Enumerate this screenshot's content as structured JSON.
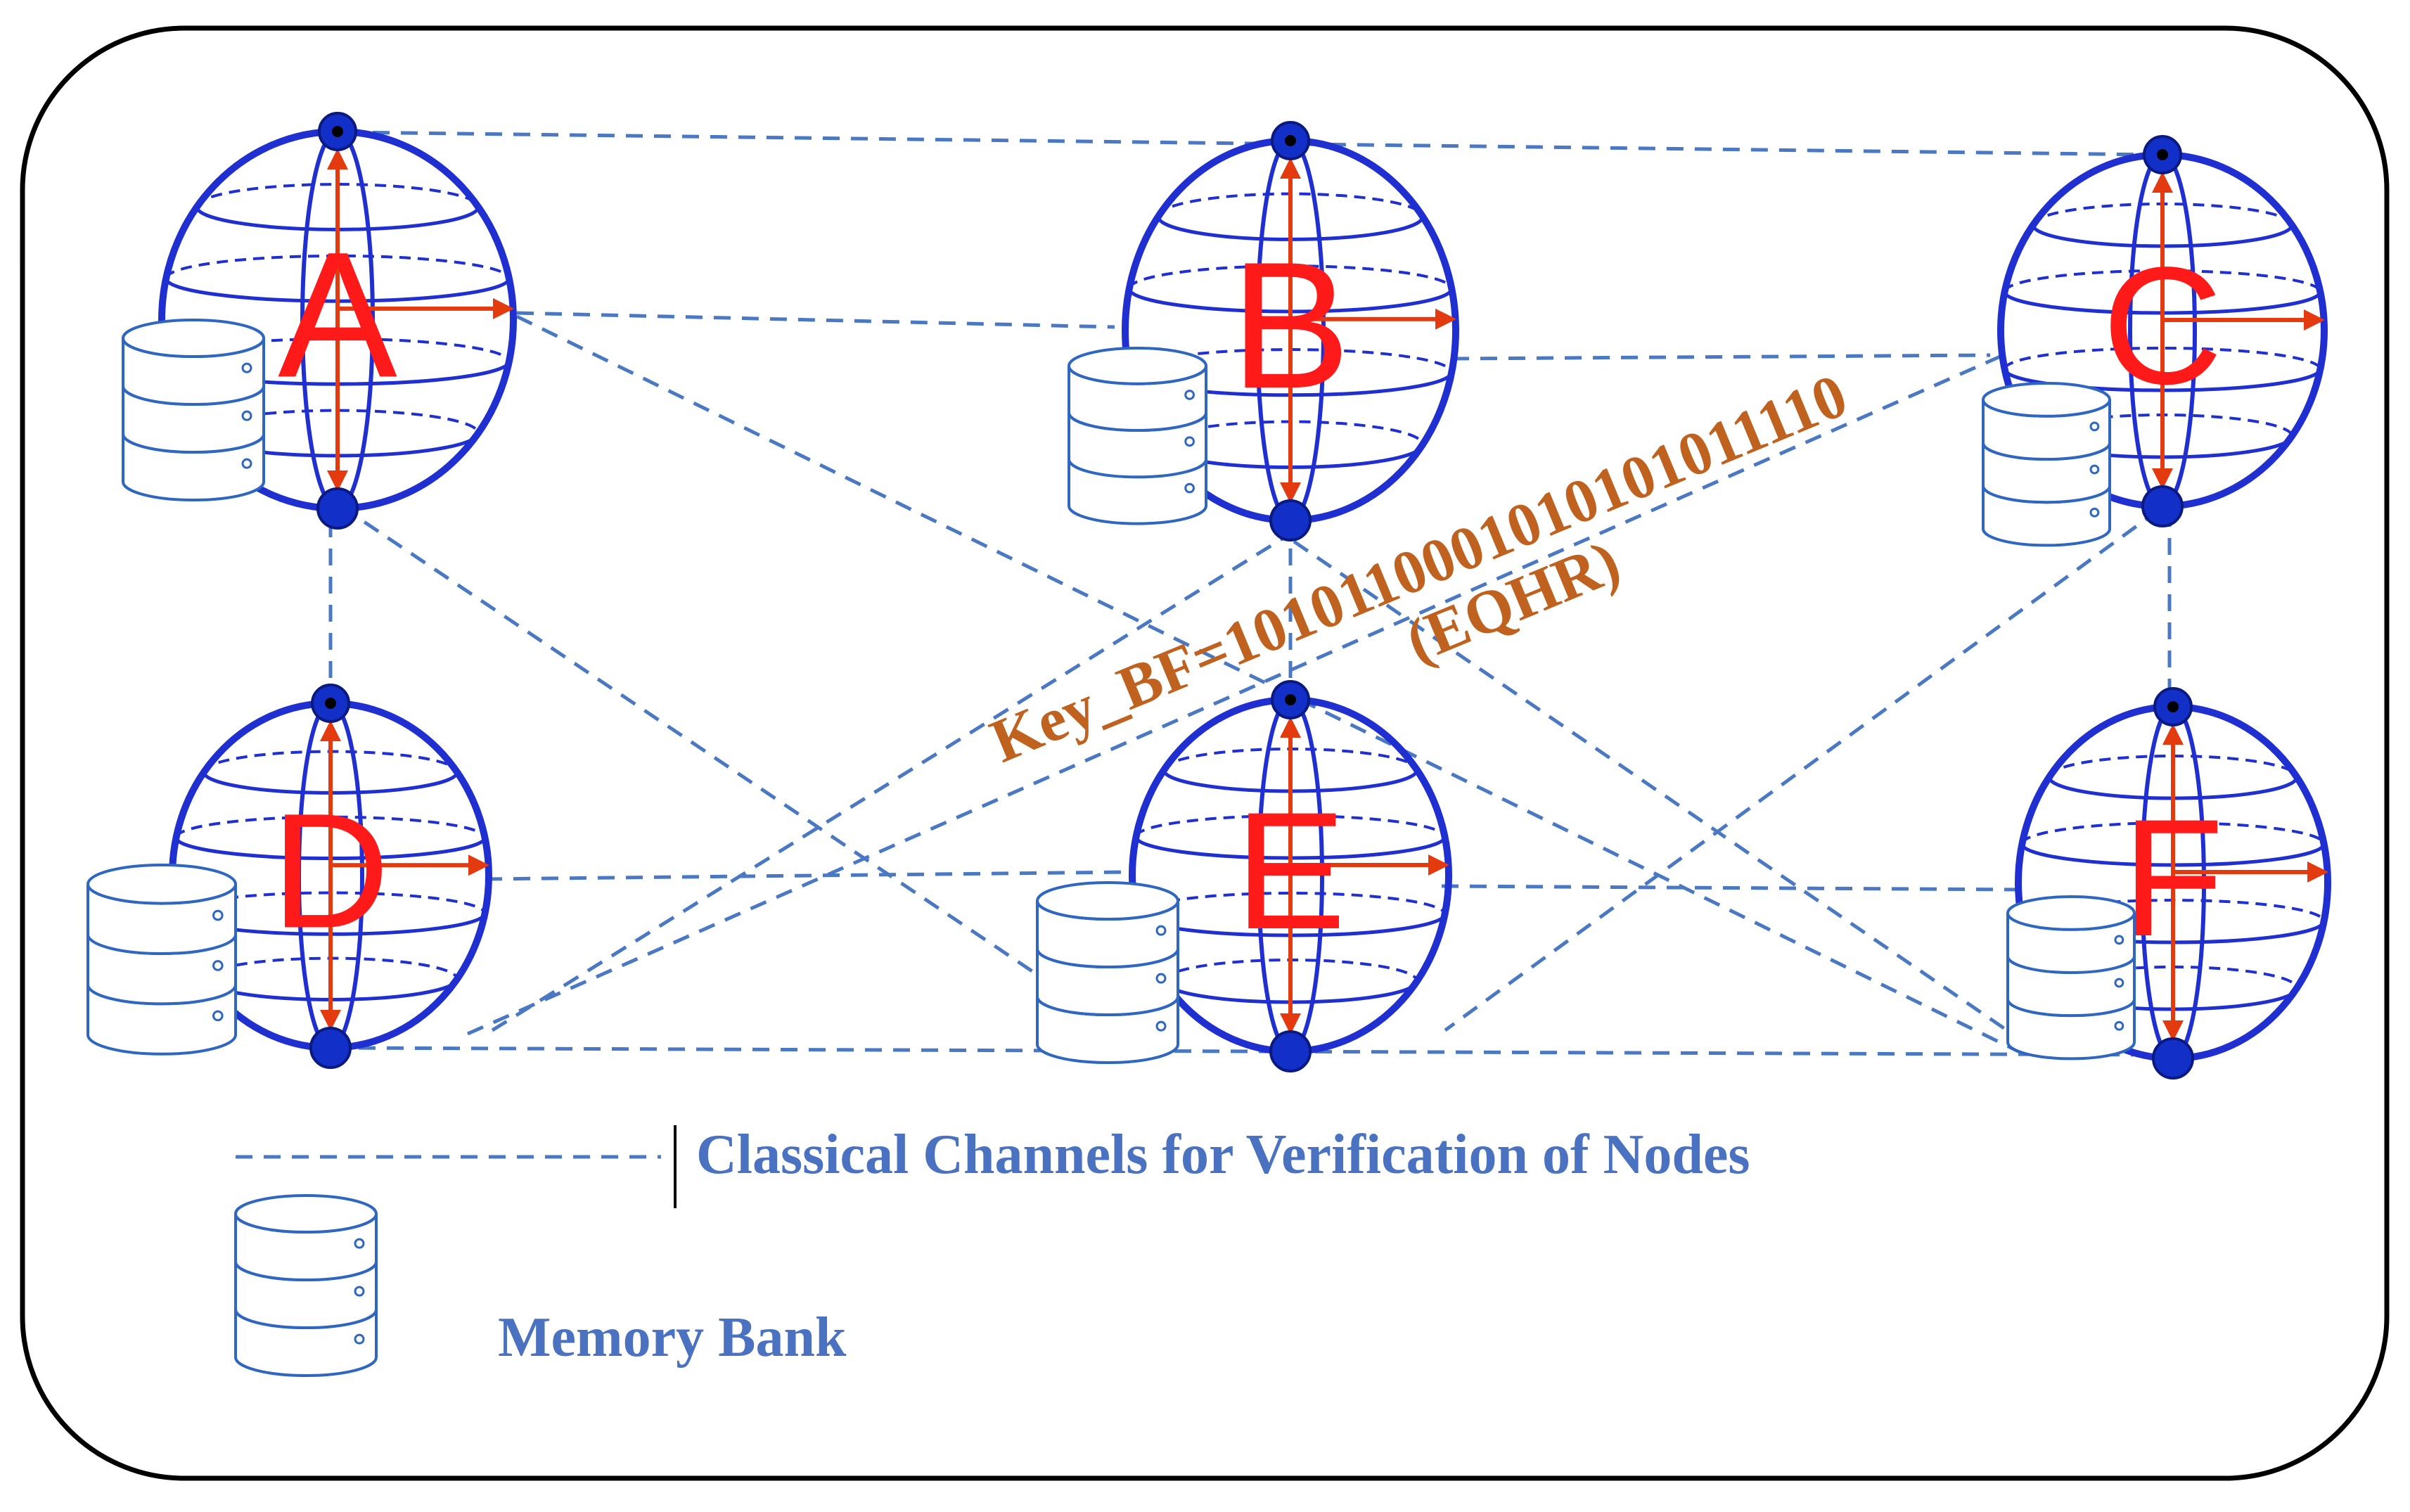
{
  "nodes": [
    {
      "id": "A",
      "label": "A"
    },
    {
      "id": "B",
      "label": "B"
    },
    {
      "id": "C",
      "label": "C"
    },
    {
      "id": "D",
      "label": "D"
    },
    {
      "id": "E",
      "label": "E"
    },
    {
      "id": "F",
      "label": "F"
    }
  ],
  "key_label": {
    "line1": "Key_BF=1010110001010101011110",
    "line2": "(EQHR)"
  },
  "legend": {
    "channel_label": "Classical Channels for Verification of Nodes",
    "memory_label": "Memory Bank"
  },
  "colors": {
    "sphere": "#1f2fd0",
    "pole": "#1230c8",
    "arrow": "#e43a10",
    "letter": "#ff1a1a",
    "channel": "#4a78c2",
    "legend_text": "#4a72c0",
    "key_text": "#c0621f",
    "memory": "#2f67c0",
    "frame": "#000000"
  },
  "icons": {
    "memory": "memory-bank-icon",
    "sphere": "bloch-sphere-icon",
    "channel": "dashed-line-icon"
  }
}
